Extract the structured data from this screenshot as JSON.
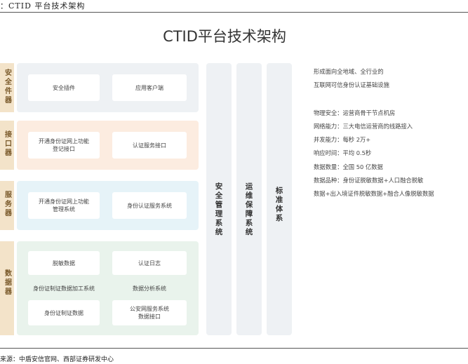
{
  "caption": "：CTID 平台技术架构",
  "title": "CTID平台技术架构",
  "layer_labels": [
    "安\n全\n件\n器",
    "接\n口\n器",
    "服\n务\n器",
    "数\n据\n器"
  ],
  "panel1": {
    "b1": "安全插件",
    "b2": "应用客户端"
  },
  "panel2": {
    "b1": "开通身份证网上功能\n登记接口",
    "b2": "认证服务接口"
  },
  "panel3": {
    "b1": "开通身份证网上功能\n管理系统",
    "b2": "身份认证服务系统"
  },
  "panel4": {
    "b1": "脱敏数据",
    "b2": "认证日志",
    "t1": "身份证制证数据加工系统",
    "t2": "数据分析系统",
    "b3": "身份证制证数据",
    "b4": "公安网服务系统\n数据接口"
  },
  "columns": {
    "security": "安\n全\n管\n理\n系\n统",
    "ops": "运\n维\n保\n障\n系\n统",
    "standard": "标\n准\n体\n系"
  },
  "info": {
    "line1": "形成面向全地域、全行业的",
    "line2": "互联网可信身份认证基础设施",
    "line3": "物理安全：运营商骨干节点机房",
    "line4": "网络能力：三大电信运营商的线路接入",
    "line5": "并发能力：每秒 2万+",
    "line6": "响应时间：平均 0.5秒",
    "line7": "数据数量：全国 50 亿数据",
    "line8": "数据品种：身份证脱敏数据+人口融合脱敏",
    "line9": "数据+出入境证件脱敏数据+融合人像脱敏数据"
  },
  "source": "来源：中盾安信官网、西部证券研发中心",
  "colors": {
    "panel_gray": "#eef1f4",
    "panel_peach": "#fcece0",
    "panel_blue": "#e6f3f8",
    "panel_green": "#e9f3ec",
    "layer_tan": "#f3e3c9"
  }
}
